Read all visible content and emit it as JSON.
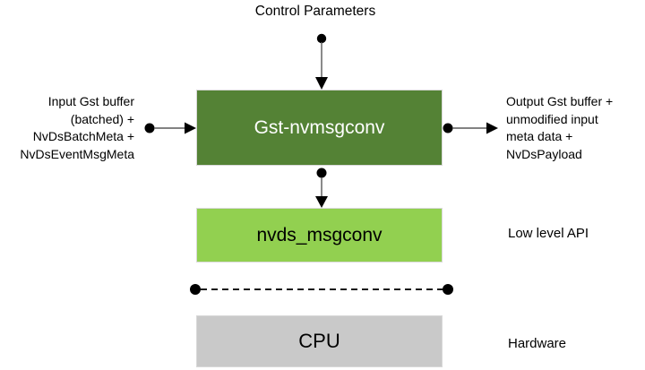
{
  "diagram": {
    "top_label": "Control Parameters",
    "blocks": {
      "gst": {
        "label": "Gst-nvmsgconv",
        "bg": "#548235",
        "fg": "#ffffff"
      },
      "nvds": {
        "label": "nvds_msgconv",
        "bg": "#92d050",
        "fg": "#000000"
      },
      "cpu": {
        "label": "CPU",
        "bg": "#c9c9c9",
        "fg": "#000000"
      }
    },
    "input_label": {
      "lines": [
        "Input Gst buffer",
        "(batched) +",
        "NvDsBatchMeta +",
        "NvDsEventMsgMeta"
      ]
    },
    "output_label": {
      "lines": [
        "Output Gst buffer +",
        "unmodified input",
        "meta data +",
        "NvDsPayload"
      ]
    },
    "annotations": {
      "low_level": "Low level API",
      "hardware": "Hardware"
    },
    "colors": {
      "connector_dot": "#000000",
      "connector_line": "#595959",
      "dashed_line": "#1a1a1a"
    }
  }
}
